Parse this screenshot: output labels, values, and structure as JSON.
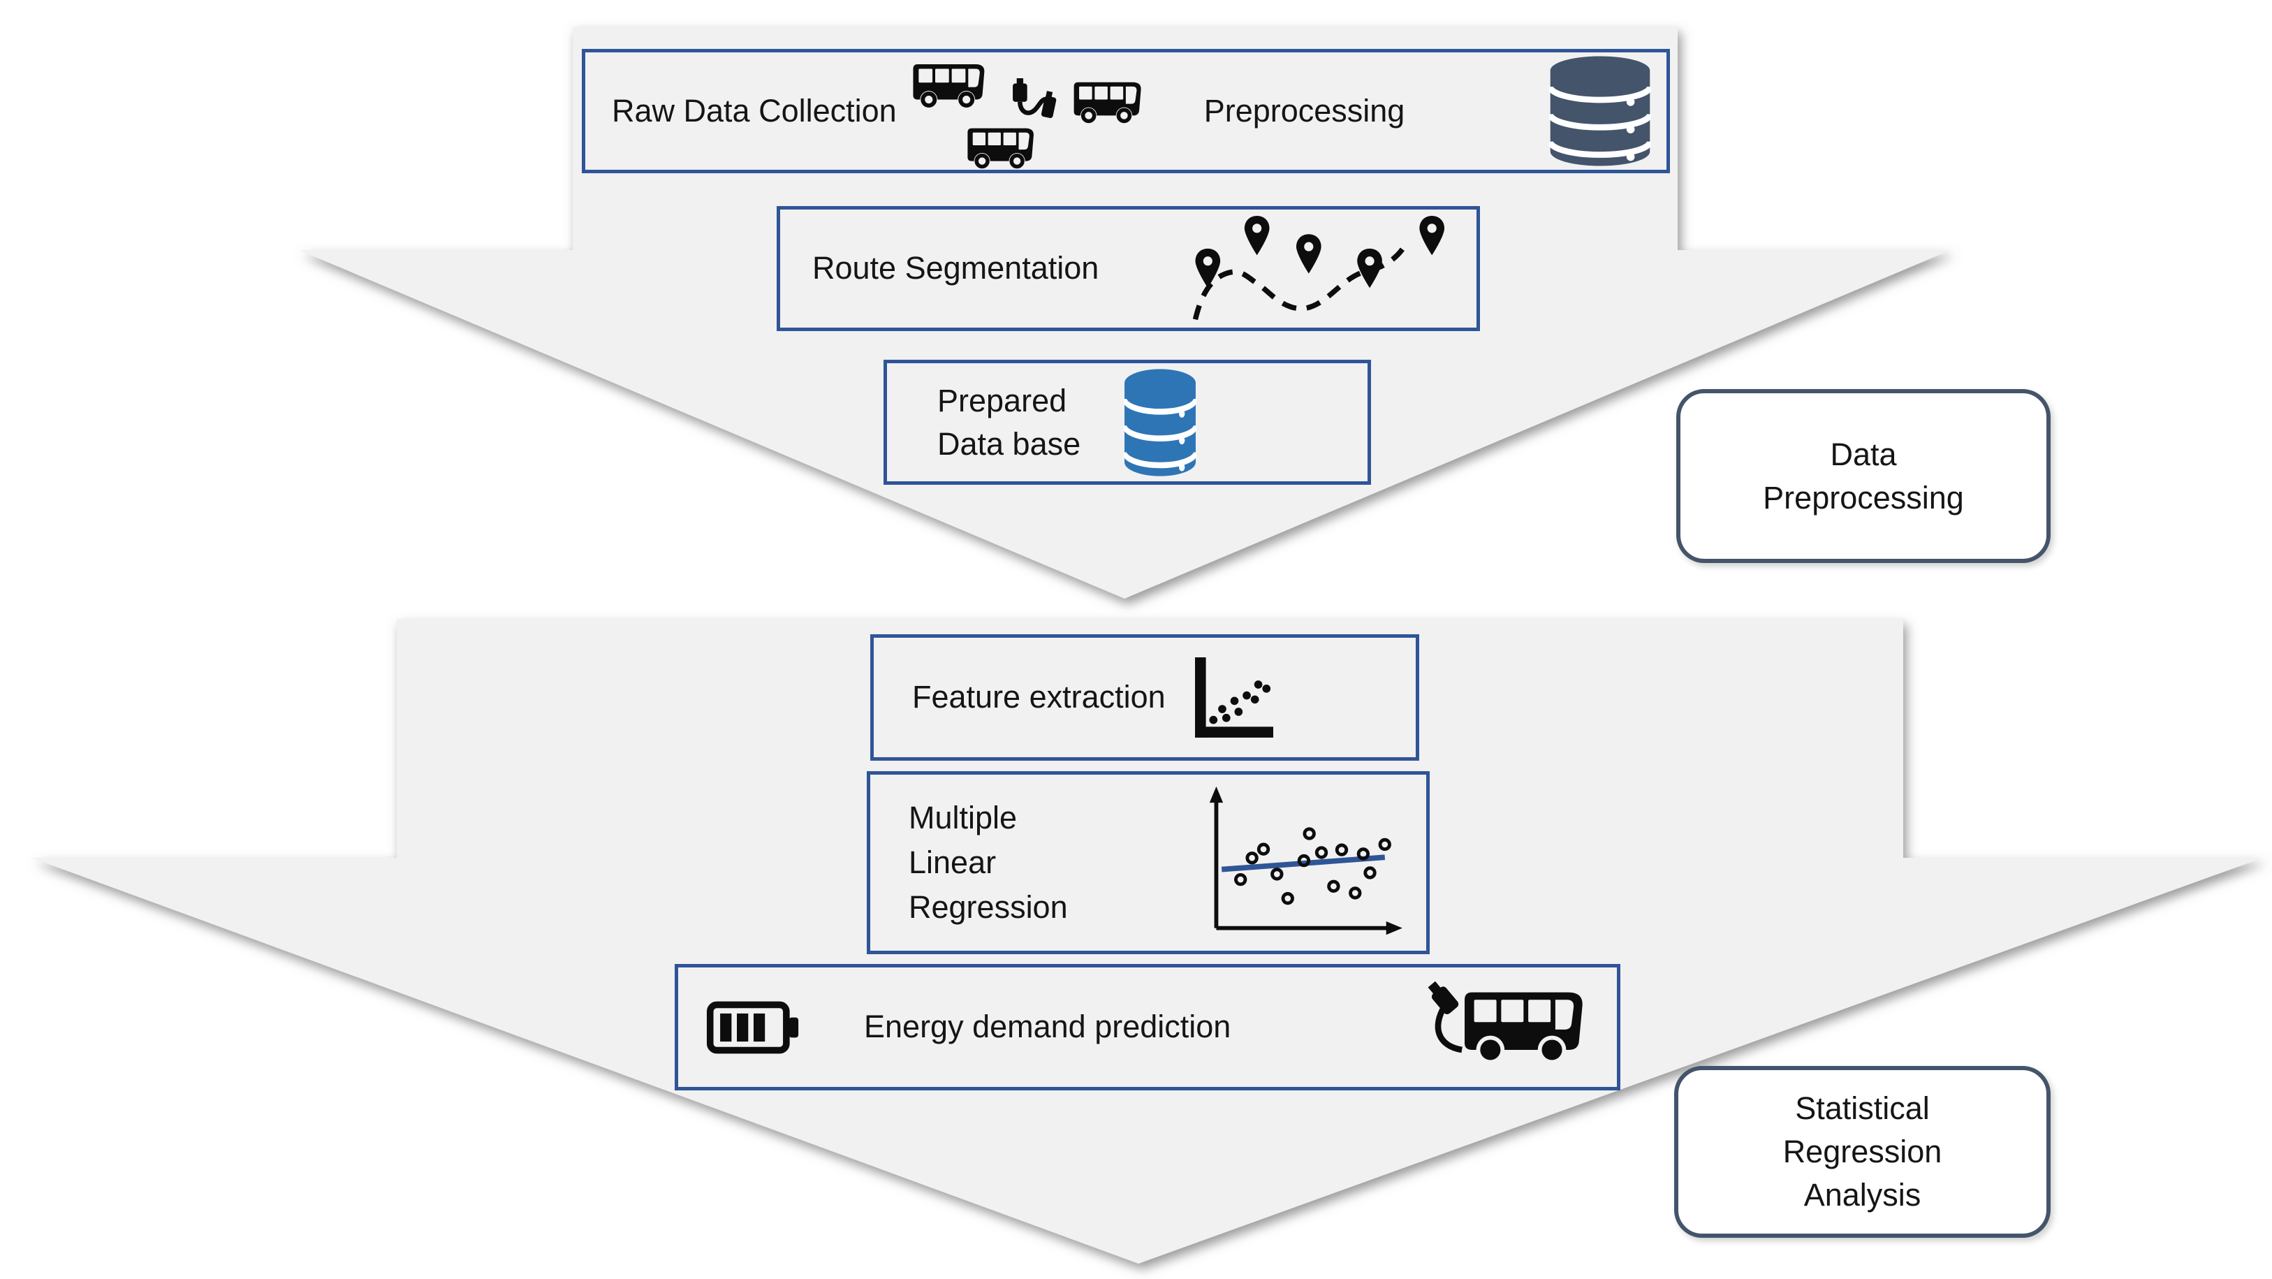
{
  "colors": {
    "arrow_fill": "#f1f1f1",
    "box_border": "#2F5597",
    "side_border": "#44546A",
    "db_dark": "#44546A",
    "db_blue": "#2E75B6",
    "reg_line": "#2F5597",
    "text": "#151515"
  },
  "diagram": {
    "stage1": {
      "raw_box": {
        "left_label": "Raw Data Collection",
        "right_label": "Preprocessing"
      },
      "route_box": {
        "label": "Route Segmentation"
      },
      "prepared_box": {
        "lines": [
          "Prepared",
          "Data base"
        ]
      },
      "side_label": {
        "lines": [
          "Data",
          "Preprocessing"
        ]
      }
    },
    "stage2": {
      "feature_box": {
        "label": "Feature extraction"
      },
      "mlr_box": {
        "lines": [
          "Multiple",
          "Linear",
          "Regression"
        ]
      },
      "energy_box": {
        "label": "Energy demand prediction"
      },
      "side_label": {
        "lines": [
          "Statistical",
          "Regression",
          "Analysis"
        ]
      }
    }
  },
  "icons": [
    "bus-icon",
    "usb-cable-icon",
    "database-dark-icon",
    "route-pins-icon",
    "database-blue-icon",
    "scatter-plot-icon",
    "regression-plot-icon",
    "battery-icon",
    "charging-bus-icon"
  ]
}
